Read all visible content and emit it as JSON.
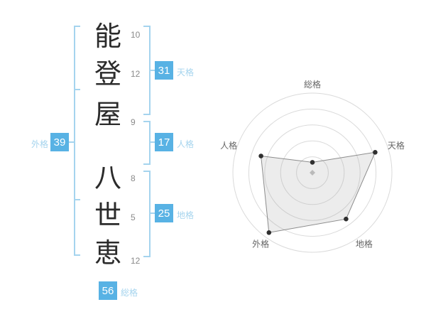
{
  "name_block": {
    "chars": [
      {
        "char": "能",
        "strokes": "10"
      },
      {
        "char": "登",
        "strokes": "12"
      },
      {
        "char": "屋",
        "strokes": "9"
      },
      {
        "char": "八",
        "strokes": "8"
      },
      {
        "char": "世",
        "strokes": "5"
      },
      {
        "char": "恵",
        "strokes": "12"
      }
    ]
  },
  "grids": {
    "tenkaku": {
      "label": "天格",
      "value": "31"
    },
    "jinkaku": {
      "label": "人格",
      "value": "17"
    },
    "chikaku": {
      "label": "地格",
      "value": "25"
    },
    "gaikaku": {
      "label": "外格",
      "value": "39"
    },
    "soukaku": {
      "label": "総格",
      "value": "56"
    }
  },
  "colors": {
    "badge": "#58b2e4",
    "label": "#a5d4ee",
    "bracket": "#a5d4ee"
  },
  "chart_data": {
    "type": "radar",
    "axes": [
      "総格",
      "天格",
      "地格",
      "外格",
      "人格"
    ],
    "values": [
      13,
      83,
      72,
      93,
      68
    ],
    "max": 100,
    "rings": 5,
    "start_axis": "top",
    "direction": "clockwise",
    "grid": "concentric-circles",
    "legend": "none"
  }
}
